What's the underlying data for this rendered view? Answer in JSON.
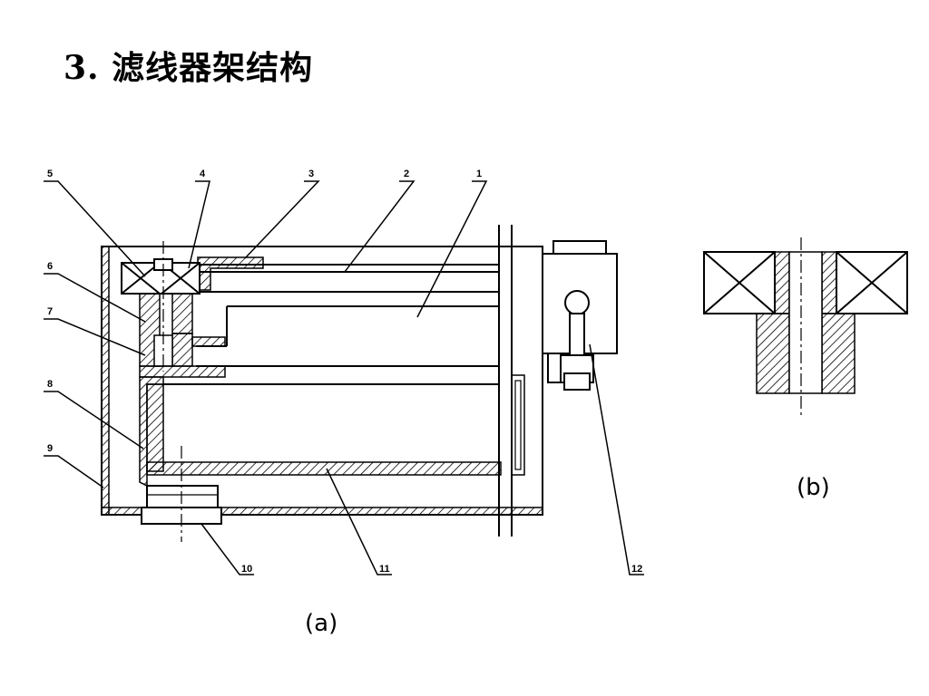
{
  "slide": {
    "title": "3. 滤线器架结构"
  },
  "callouts": {
    "c1": "1",
    "c2": "2",
    "c3": "3",
    "c4": "4",
    "c5": "5",
    "c6": "6",
    "c7": "7",
    "c8": "8",
    "c9": "9",
    "c10": "10",
    "c11": "11",
    "c12": "12"
  },
  "captions": {
    "a": "(a)",
    "b": "(b)"
  }
}
